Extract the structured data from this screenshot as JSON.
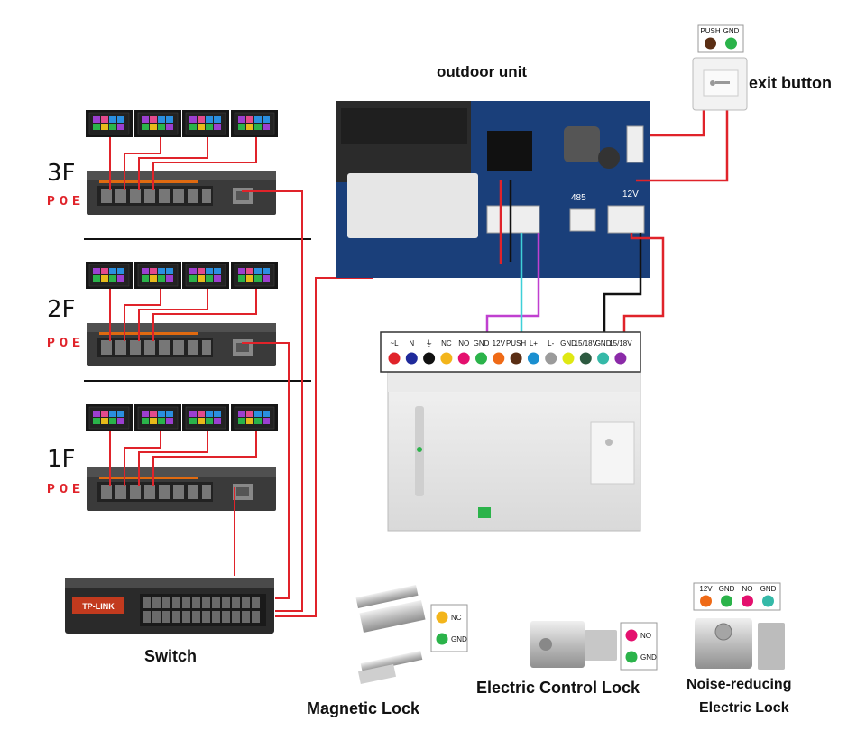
{
  "captions": {
    "outdoor_unit": "outdoor unit",
    "exit_button": "exit button",
    "switch": "Switch",
    "magnetic_lock": "Magnetic Lock",
    "electric_control_lock": "Electric Control Lock",
    "noise_reducing_line1": "Noise-reducing",
    "noise_reducing_line2": "Electric Lock"
  },
  "floors": [
    {
      "label": "3F",
      "poe": "POE"
    },
    {
      "label": "2F",
      "poe": "POE"
    },
    {
      "label": "1F",
      "poe": "POE"
    }
  ],
  "exit_button_terminals": [
    {
      "label": "PUSH",
      "color": "#5a2e14"
    },
    {
      "label": "GND",
      "color": "#2bb34a"
    }
  ],
  "board_text": {
    "port_485": "485",
    "port_12v": "12V"
  },
  "power_supply_terminals": [
    {
      "label": "~L",
      "color": "#e0232a"
    },
    {
      "label": "N",
      "color": "#1f2a9b"
    },
    {
      "label": "⏚",
      "color": "#111111"
    },
    {
      "label": "NC",
      "color": "#f3b51b"
    },
    {
      "label": "NO",
      "color": "#e4106e"
    },
    {
      "label": "GND",
      "color": "#2bb34a"
    },
    {
      "label": "12V",
      "color": "#ef6a16"
    },
    {
      "label": "PUSH",
      "color": "#5a2e14"
    },
    {
      "label": "L+",
      "color": "#1a8fd0"
    },
    {
      "label": "L-",
      "color": "#9b9b9b"
    },
    {
      "label": "GND",
      "color": "#dfe813"
    },
    {
      "label": "15/18V",
      "color": "#2d5a40"
    },
    {
      "label": "GND",
      "color": "#35b9a8"
    },
    {
      "label": "15/18V",
      "color": "#8b2aa8"
    }
  ],
  "magnetic_lock_terminals": [
    {
      "label": "NC",
      "color": "#f3b51b"
    },
    {
      "label": "GND",
      "color": "#2bb34a"
    }
  ],
  "electric_control_lock_terminals": [
    {
      "label": "NO",
      "color": "#e4106e"
    },
    {
      "label": "GND",
      "color": "#2bb34a"
    }
  ],
  "noise_reducing_lock_terminals": [
    {
      "label": "12V",
      "color": "#ef6a16"
    },
    {
      "label": "GND",
      "color": "#2bb34a"
    },
    {
      "label": "NO",
      "color": "#e4106e"
    },
    {
      "label": "GND",
      "color": "#35b9a8"
    }
  ],
  "colors": {
    "wire_red": "#e0232a",
    "wire_cyan": "#3fd0d8",
    "wire_purple": "#c040d0",
    "wire_black": "#111111",
    "poe_switch_orange": "#e06a10",
    "board_blue": "#1a3f7a"
  }
}
